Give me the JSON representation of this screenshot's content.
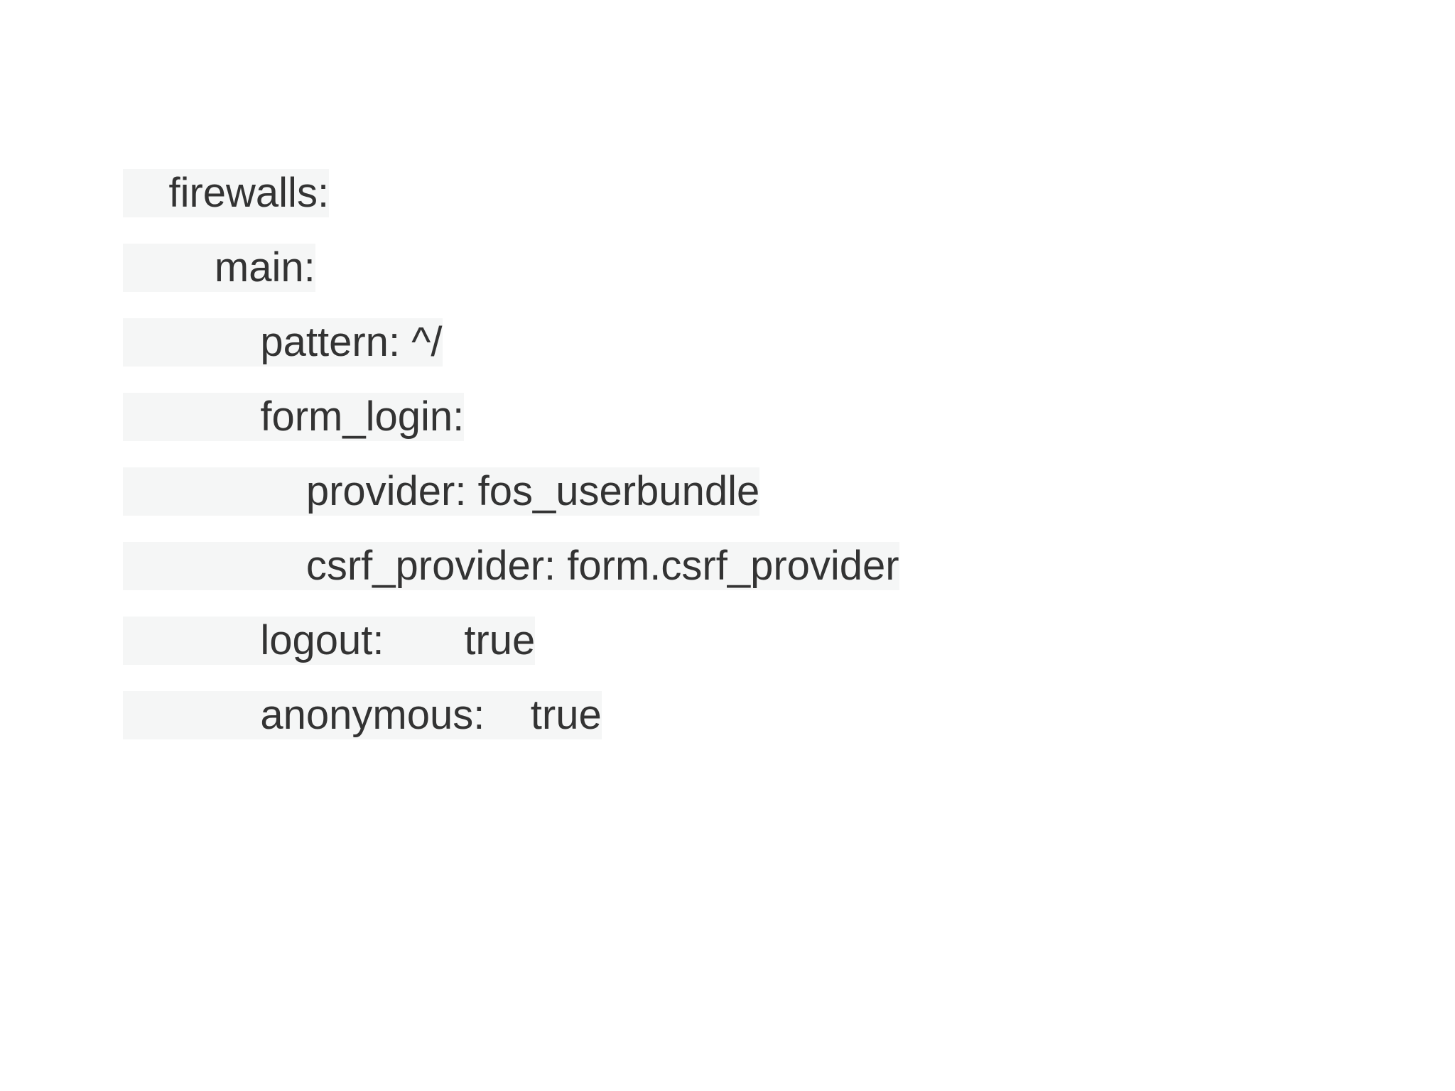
{
  "document": {
    "kind": "yaml-code-snippet",
    "language": "yaml",
    "colors": {
      "page_background": "#ffffff",
      "line_highlight": "#f5f6f6",
      "text": "#333333"
    }
  },
  "code": {
    "lines": [
      {
        "indent": 4,
        "text": "    firewalls:"
      },
      {
        "indent": 8,
        "text": "        main:"
      },
      {
        "indent": 12,
        "text": "            pattern: ^/"
      },
      {
        "indent": 12,
        "text": "            form_login:"
      },
      {
        "indent": 16,
        "text": "                provider: fos_userbundle"
      },
      {
        "indent": 16,
        "text": "                csrf_provider: form.csrf_provider"
      },
      {
        "indent": 12,
        "text": "            logout:       true"
      },
      {
        "indent": 12,
        "text": "            anonymous:    true"
      }
    ],
    "keys": [
      "firewalls",
      "main",
      "pattern",
      "form_login",
      "provider",
      "csrf_provider",
      "logout",
      "anonymous"
    ],
    "values": [
      "",
      "",
      "^/",
      "",
      "fos_userbundle",
      "form.csrf_provider",
      "true",
      "true"
    ]
  }
}
